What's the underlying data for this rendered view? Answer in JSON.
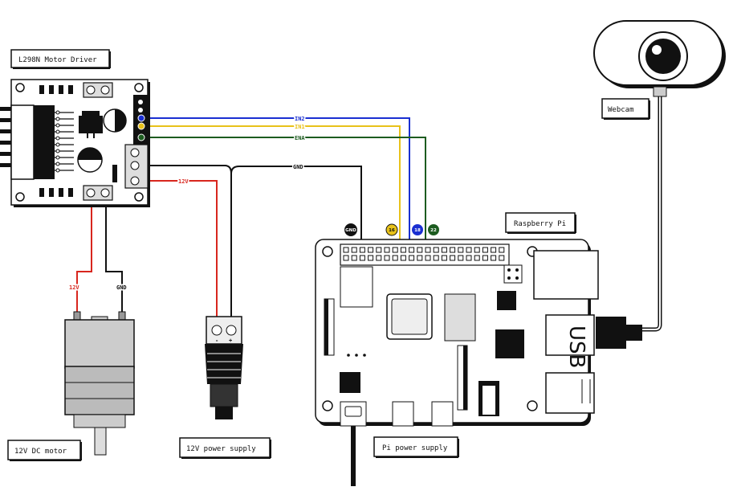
{
  "labels": {
    "motor_driver": "L298N Motor Driver",
    "webcam": "Webcam",
    "raspberry_pi": "Raspberry Pi",
    "dc_motor": "12V DC motor",
    "power_12v": "12V power supply",
    "pi_power": "Pi power supply"
  },
  "wires": {
    "in2": "IN2",
    "in1": "IN1",
    "ena": "ENA",
    "gnd": "GND",
    "v12_supply": "12V",
    "motor_12v": "12V",
    "motor_gnd": "GND"
  },
  "gpio": {
    "gnd": "GND",
    "pin16": "16",
    "pin18": "18",
    "pin22": "22"
  },
  "barrel_jack": {
    "minus": "-",
    "plus": "+"
  },
  "colors": {
    "in2": "#1a2fd1",
    "in1": "#e8c21a",
    "ena": "#1d5c20",
    "gnd": "#111111",
    "v12": "#d8261e",
    "board": "#ffffff",
    "outline": "#111111"
  }
}
